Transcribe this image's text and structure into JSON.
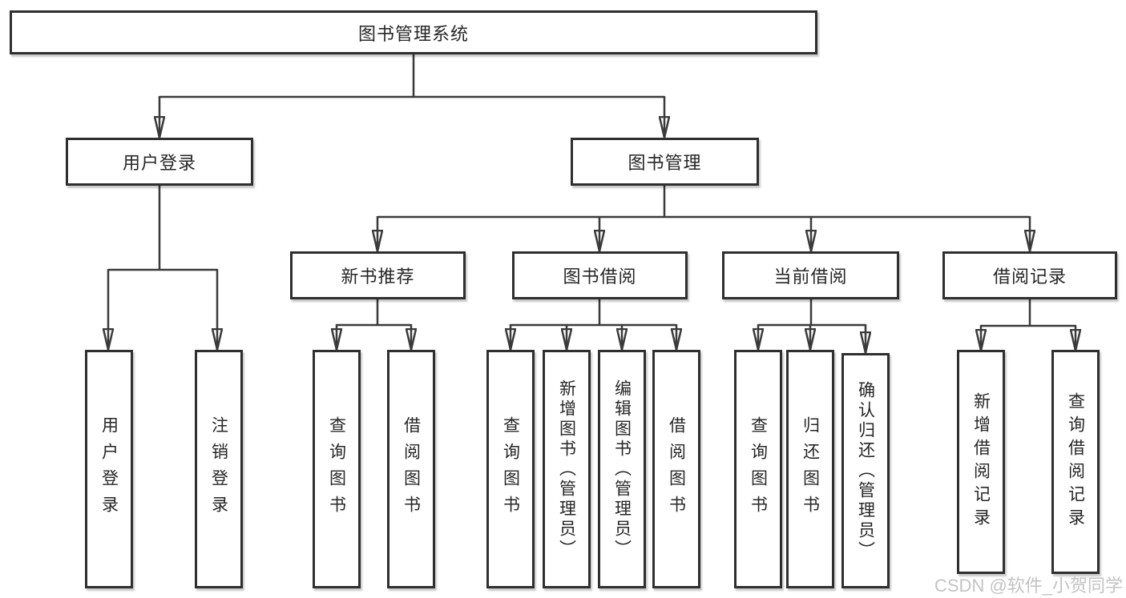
{
  "diagram": {
    "type": "hierarchy-tree",
    "title": "图书管理系统"
  },
  "colors": {
    "line": "#3a3a3a",
    "box_border": "#2f2f2f",
    "text": "#262626",
    "watermark": "#c3c3c3",
    "background": "#ffffff"
  },
  "tree": {
    "root": {
      "label": "图书管理系统"
    },
    "branches": [
      {
        "label": "用户登录",
        "children": [
          {
            "label": "用户登录"
          },
          {
            "label": "注销登录"
          }
        ]
      },
      {
        "label": "图书管理",
        "children": [
          {
            "label": "新书推荐",
            "children": [
              {
                "label": "查询图书"
              },
              {
                "label": "借阅图书"
              }
            ]
          },
          {
            "label": "图书借阅",
            "children": [
              {
                "label": "查询图书"
              },
              {
                "label": "新增图书（管理员）"
              },
              {
                "label": "编辑图书（管理员）"
              },
              {
                "label": "借阅图书"
              }
            ]
          },
          {
            "label": "当前借阅",
            "children": [
              {
                "label": "查询图书"
              },
              {
                "label": "归还图书"
              },
              {
                "label": "确认归还（管理员）"
              }
            ]
          },
          {
            "label": "借阅记录",
            "children": [
              {
                "label": "新增借阅记录"
              },
              {
                "label": "查询借阅记录"
              }
            ]
          }
        ]
      }
    ]
  },
  "watermark": {
    "text": "CSDN @软件_小贺同学"
  }
}
